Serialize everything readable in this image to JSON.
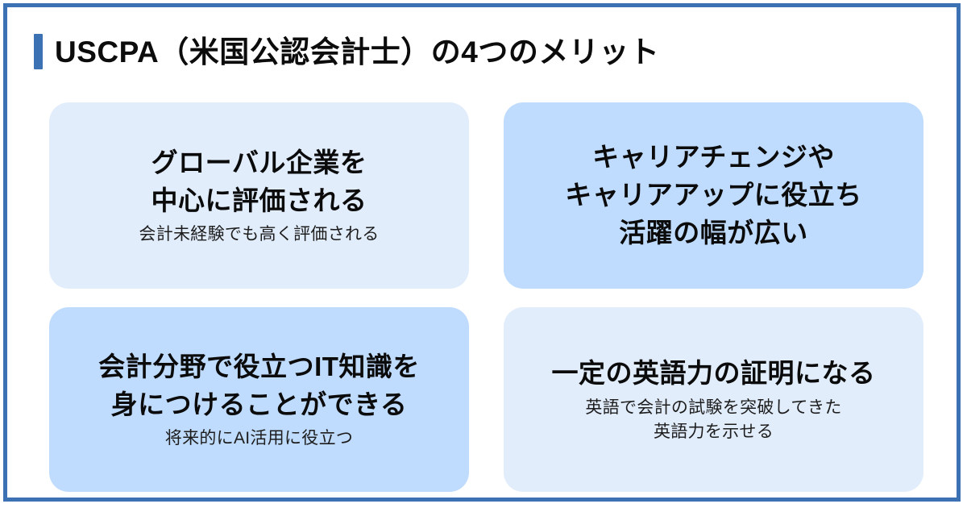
{
  "page": {
    "title": "USCPA（米国公認会計士）の4つのメリット",
    "accent_color": "#3c71b4",
    "border_color": "#3c71b4",
    "background_color": "#ffffff",
    "card_color_light": "#e2edfc",
    "card_color_dark": "#bfdbfd",
    "text_color": "#0b0b0b"
  },
  "cards": [
    {
      "title": "グローバル企業を\n中心に評価される",
      "subtitle": "会計未経験でも高く評価される",
      "tone": "light"
    },
    {
      "title": "キャリアチェンジや\nキャリアアップに役立ち\n活躍の幅が広い",
      "subtitle": "",
      "tone": "dark"
    },
    {
      "title": "会計分野で役立つIT知識を\n身につけることができる",
      "subtitle": "将来的にAI活用に役立つ",
      "tone": "dark"
    },
    {
      "title": "一定の英語力の証明になる",
      "subtitle": "英語で会計の試験を突破してきた\n英語力を示せる",
      "tone": "light"
    }
  ]
}
